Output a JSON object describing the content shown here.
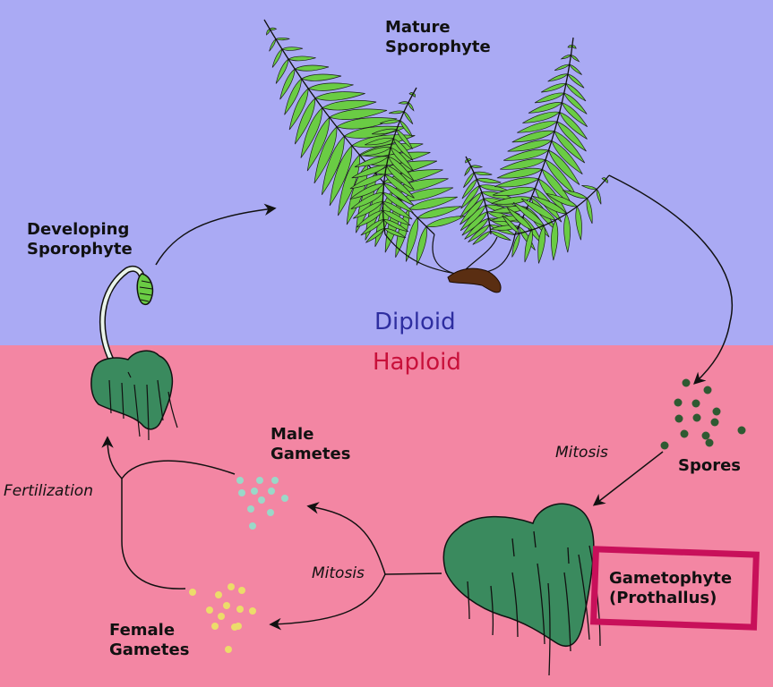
{
  "zones": {
    "diploid": {
      "label": "Diploid",
      "color": "#aaaaf4",
      "text_color": "#2e2ea0"
    },
    "haploid": {
      "label": "Haploid",
      "color": "#f386a3",
      "text_color": "#c8103a"
    }
  },
  "labels": {
    "mature_sporophyte": "Mature\nSporophyte",
    "developing_sporophyte": "Developing\nSporophyte",
    "spores": "Spores",
    "gametophyte": "Gametophyte\n(Prothallus)",
    "male_gametes": "Male\nGametes",
    "female_gametes": "Female\nGametes",
    "fertilization": "Fertilization",
    "mitosis_spores": "Mitosis",
    "mitosis_gametes": "Mitosis"
  },
  "colors": {
    "frond": "#6acc44",
    "prothallus": "#3a8a5e",
    "rhizome": "#5a2e12",
    "spore": "#2f5a32",
    "male_gamete": "#9ad8c8",
    "female_gamete": "#ecdc6a",
    "highlight_box": "#c8105a"
  }
}
